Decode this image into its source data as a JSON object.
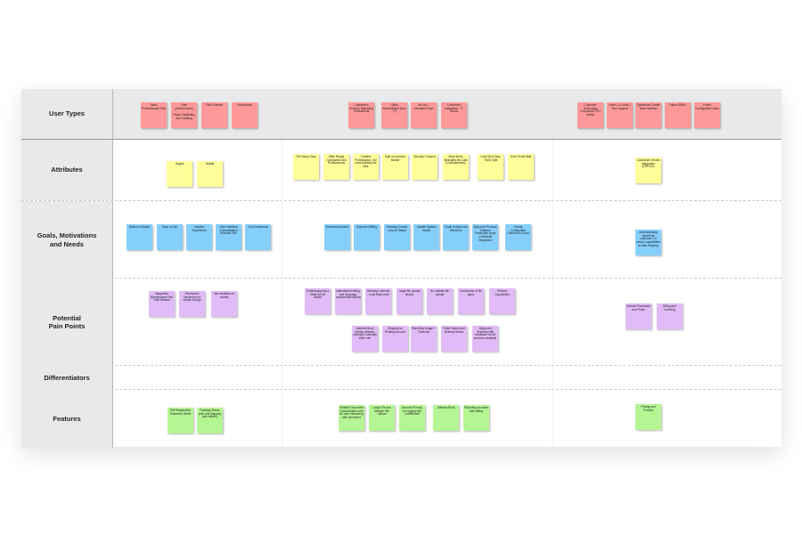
{
  "colors": {
    "user_type": "#ff9999",
    "attribute": "#ffff99",
    "goal": "#85cffc",
    "pain_point": "#e1bbf7",
    "feature": "#b5f594"
  },
  "rows": [
    {
      "label": "User Types",
      "kind": "user_type",
      "notes": [
        "Sales Professionals Field",
        "Train (Admin/Users)\n\nThose Facilitating and Creating",
        "Field Trainers",
        "Participants",
        "Customer's Creative Marketing Professional",
        "Office Administrator (Non - IT)",
        "Ad Hoc - Infrequent User",
        "Customers Integration - IT Teams",
        "Customer Technology Consultant FSO Admin",
        "Level 1 & Level 2 Tech Support",
        "Operations Center Team Member",
        "Future SME's",
        "Power Configurator Users"
      ]
    },
    {
      "label": "Attributes",
      "kind": "attribute",
      "notes": [
        "Urgent",
        "Mobile",
        "File Setup Savy",
        "Wide Range Companies and Professionals",
        "Creative Professional - the ones building the files",
        "Split on need for Mobile",
        "Security Concern",
        "More Items Wrangles the Cats (Consultancies)",
        "Less Tech Savy 75/25 Split",
        "Don't Scroll Wall",
        "Contractor Vendor Integration (ERP/CX)"
      ]
    },
    {
      "label": "Goals, Motivations\nand Needs",
      "kind": "goal",
      "notes": [
        "Speed to Market",
        "Ease of Use",
        "Intuitive Experience",
        "User Interface Customization Branded Site",
        "Cool Experience",
        "Document Access",
        "Approved Billing",
        "Knowing Correct Level of Status",
        "Update System Status",
        "Chain of Approval Efficiency",
        "Approved Process Delayed Production costs of Material Integration",
        "Strong Configurator (Tailored to User)",
        "Understanding how/what customer CS vendor capabilities to take Scoping"
      ]
    },
    {
      "label": "Potential\nPain Points",
      "kind": "pain_point",
      "notes": [
        "Integration Breakdowns Post Path Needed",
        "Permission hierarchy not robust enough",
        "Not available on mobile",
        "Underssupports a Staff not US Based",
        "International billing and language miscommunications",
        "Security Lockouts - Lock High reset",
        "Large file upload issues",
        "No multiple file upload",
        "Conversion of file types",
        "Preview Capabilities",
        "Address Book saving contacts, having to manually enter info",
        "Shipping vs Printing Account",
        "Reporting Usage + Financial",
        "Order Status and Delivery Status",
        "Signs and Graphics with hardware not all products available",
        "Manual Processes and Flows",
        "Billing and Invoicing"
      ]
    },
    {
      "label": "Differentiators",
      "kind": "feature",
      "notes": []
    },
    {
      "label": "Features",
      "kind": "feature",
      "notes": [
        "Self Registration Password Reset",
        "Tracking Status, print and shipping (can deliver)",
        "Variable Document Customization Info for user interacting with document",
        "Large File and Multiple File Upload",
        "Account Prompt, for logging into commercial",
        "Address Book",
        "Reporting accurate with billing",
        "Pricing and Product"
      ]
    }
  ]
}
